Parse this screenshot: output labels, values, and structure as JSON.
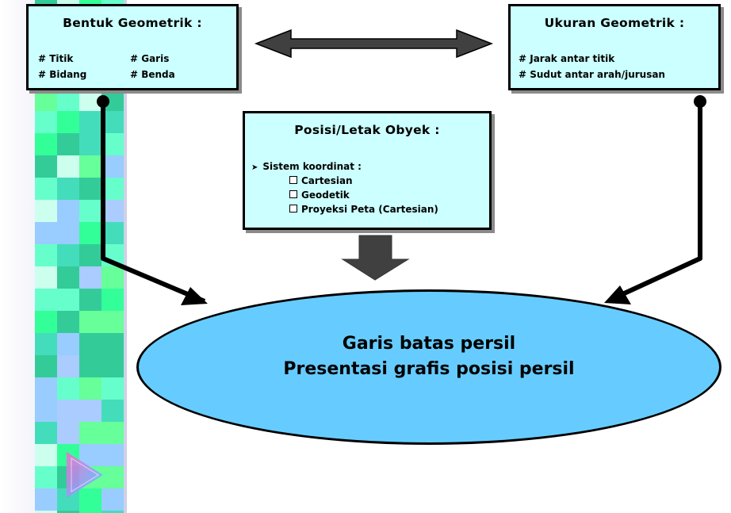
{
  "bentuk": {
    "title": "Bentuk Geometrik :",
    "items": [
      "# Titik",
      "# Garis",
      "# Bidang",
      "# Benda"
    ]
  },
  "ukuran": {
    "title": "Ukuran Geometrik :",
    "items": [
      "# Jarak antar titik",
      "# Sudut antar arah/jurusan"
    ]
  },
  "posisi": {
    "title": "Posisi/Letak Obyek :",
    "subtitle": "Sistem koordinat :",
    "items": [
      "Cartesian",
      "Geodetik",
      "Proyeksi Peta (Cartesian)"
    ]
  },
  "hasil": {
    "line1": "Garis batas persil",
    "line2": "Presentasi grafis posisi persil"
  },
  "colors": {
    "box_fill": "#ccffff",
    "ellipse_fill": "#66ccff",
    "arrow_fill": "#404040"
  },
  "icons": {
    "bullet": "arrowhead-bullet-icon",
    "checkbox": "checkbox-icon",
    "nav": "play-next-icon"
  }
}
